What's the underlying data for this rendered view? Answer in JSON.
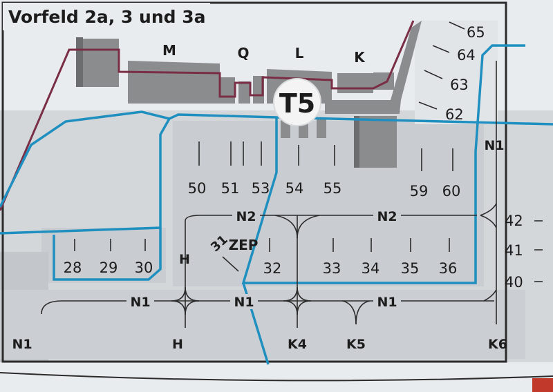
{
  "title": "Vorfeld 2a, 3 und 3a",
  "terminal": "T5",
  "piers": [
    "M",
    "Q",
    "L",
    "K"
  ],
  "stands": {
    "top_right": [
      "65",
      "64",
      "63",
      "62"
    ],
    "north_row": [
      "50",
      "51",
      "53",
      "54",
      "55",
      "59",
      "60"
    ],
    "west_row": [
      "28",
      "29",
      "30"
    ],
    "remote": "31",
    "zep": "ZEP",
    "south_row": [
      "32",
      "33",
      "34",
      "35",
      "36"
    ],
    "east": [
      "42",
      "41",
      "40"
    ]
  },
  "taxiways": {
    "n1": "N1",
    "n2": "N2",
    "h": "H",
    "k4": "K4",
    "k5": "K5",
    "k6": "K6"
  },
  "colors": {
    "background": "#e9ecef",
    "apron": "#c9cdd1",
    "building": "#8a8c8e",
    "building_dark": "#6b6d6f",
    "boundary_blue": "#1f8fbf",
    "service_road": "#7a2e45",
    "frame": "#2b2b2b",
    "text": "#1c1c1c"
  }
}
